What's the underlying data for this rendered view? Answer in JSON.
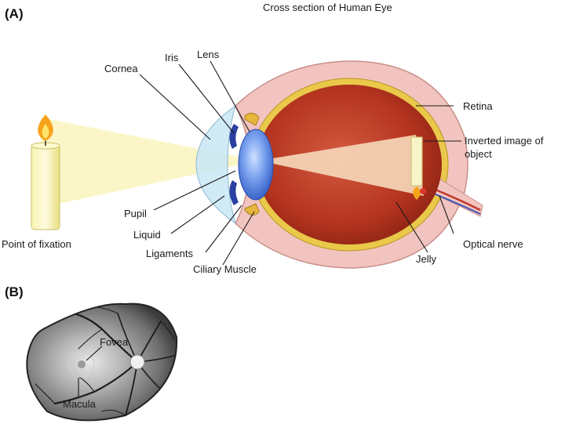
{
  "panel_a": {
    "letter": "(A)",
    "title": "Cross section of Human Eye",
    "labels": {
      "cornea": "Cornea",
      "iris": "Iris",
      "lens": "Lens",
      "retina": "Retina",
      "inverted_image_line1": "Inverted image of",
      "inverted_image_line2": "object",
      "pupil": "Pupil",
      "liquid": "Liquid",
      "ligaments": "Ligaments",
      "ciliary_muscle": "Ciliary Muscle",
      "point_of_fixation": "Point of fixation",
      "jelly": "Jelly",
      "optical_nerve": "Optical nerve"
    }
  },
  "panel_b": {
    "letter": "(B)",
    "labels": {
      "fovea": "Fovea",
      "macula": "Macula"
    }
  },
  "colors": {
    "sclera": "#f2c4c0",
    "retina_band": "#e9c84a",
    "vitreous": "#b4341f",
    "lens": "#5b86e0",
    "cornea": "#c8e6f5",
    "light_cone": "#fbf6c8",
    "candle": "#f3ee9a",
    "flame": "#f6a21b",
    "fundus": "#8a8a8a"
  }
}
